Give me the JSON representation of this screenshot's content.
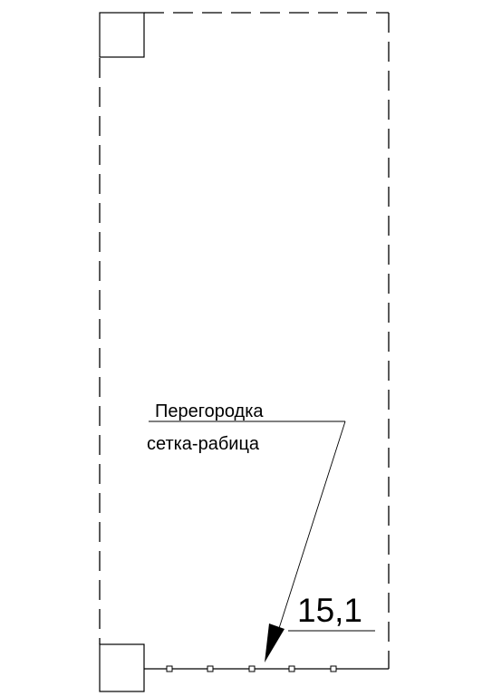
{
  "callout": {
    "line1": "Перегородка",
    "line2": "сетка-рабица"
  },
  "area_label": "15,1",
  "colors": {
    "stroke": "#000000",
    "background": "#ffffff"
  }
}
